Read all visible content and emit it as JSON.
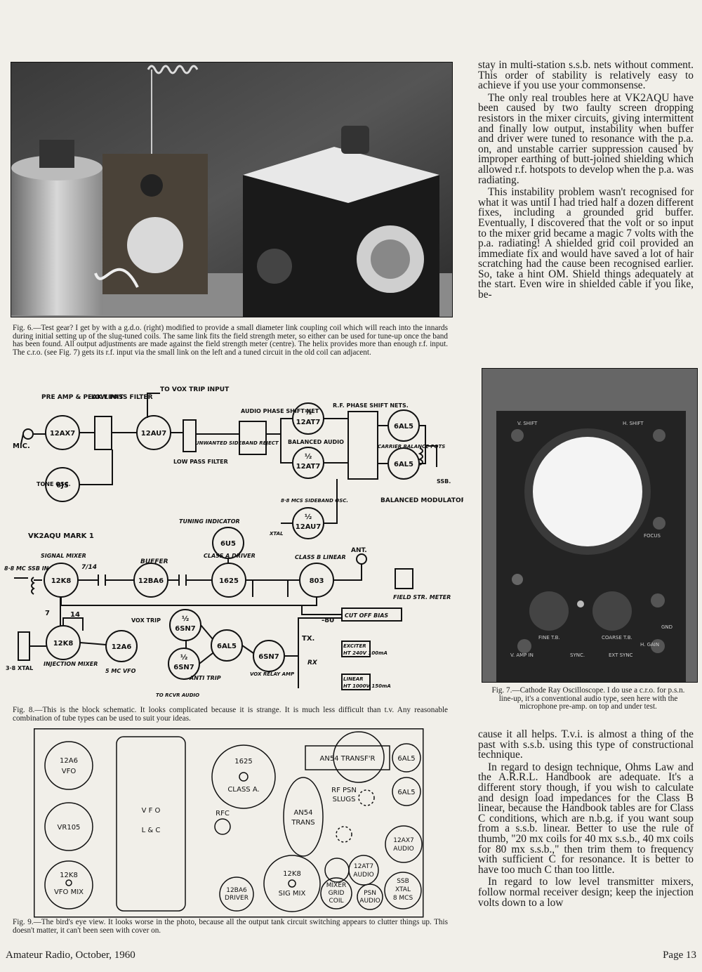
{
  "page": {
    "footer_left": "Amateur Radio, October, 1960",
    "footer_right": "Page 13"
  },
  "fig6": {
    "caption": "Fig. 6.—Test gear? I get by with a g.d.o. (right) modified to provide a small diameter link coupling coil which will reach into the innards during initial setting up of the slug-tuned coils. The same link fits the field strength meter, so either can be used for tune-up once the band has been found. All output adjustments are made against the field strength meter (centre). The helix provides more than enough r.f. input. The c.r.o. (see Fig. 7) gets its r.f. input via the small link on the left and a tuned circuit in the old coil can adjacent."
  },
  "fig7": {
    "caption": "Fig. 7.—Cathode Ray Oscilloscope. I do use a c.r.o. for p.s.n. line-up, it's a conventional audio type, seen here with the microphone pre-amp. on top and under test.",
    "panel_labels": [
      "V. SHIFT",
      "H. SHIFT",
      "FOCUS",
      "FINE T.B.",
      "COARSE T.B.",
      "SYNC.",
      "EXT SYNC",
      "H. GAIN",
      "V. AMP IN",
      "GND"
    ]
  },
  "fig8": {
    "caption": "Fig. 8.—This is the block schematic. It looks complicated because it is strange. It is much less difficult than t.v. Any reasonable combination of tube types can be used to suit your ideas.",
    "labels": {
      "preamp": "PRE AMP & PEAK LIMIT",
      "lowpass": "LOW PASS FILTER",
      "tovox": "TO VOX TRIP INPUT",
      "audio_phase": "AUDIO PHASE SHIFT NET",
      "rf_phase": "R.F. PHASE SHIFT NETS.",
      "mic": "MIC.",
      "tone": "TONE OSC.",
      "unwanted": "UNWANTED SIDEBAND REJECT",
      "lowpass2": "LOW PASS FILTER",
      "balaudio": "BALANCED AUDIO",
      "carrier": "CARRIER BALANCE POTS",
      "balmod": "BALANCED MODULATORS",
      "ssb_out": "SSB.",
      "sideband_osc": "8·8 MCS SIDEBAND OSC.",
      "xtal": "XTAL",
      "tuning": "TUNING INDICATOR",
      "vk2aqu": "VK2AQU MARK 1",
      "signal_mixer": "SIGNAL MIXER",
      "ssb_in": "8·8 MC SSB IN",
      "buffer": "BUFFER",
      "classa": "CLASS A DRIVER",
      "classb": "CLASS B LINEAR",
      "ant": "ANT.",
      "fsm": "FIELD STR. METER",
      "cutoff": "CUT OFF BIAS",
      "voxtrip": "VOX TRIP",
      "exciter": "EXCITER",
      "exciter_ht": "HT 240V 100mA",
      "linear": "LINEAR",
      "linear_ht": "HT 1000V 150mA",
      "tx": "TX.",
      "rx": "RX",
      "vox_relay": "VOX RELAY AMP",
      "antitrip": "ANTI TRIP",
      "torcvr": "TO RCVR AUDIO",
      "inj_mixer": "INJECTION MIXER",
      "vfo5": "5 MC VFO",
      "xtal38": "3·8 XTAL",
      "minus80": "-80",
      "ratio": "7/14",
      "n7": "7",
      "n14": "14"
    },
    "tubes": [
      "12AX7",
      "12AU7",
      "12AT7",
      "12AT7",
      "6AL5",
      "6AL5",
      "6J5",
      "12AU7",
      "6U5",
      "12K8",
      "12BA6",
      "1625",
      "803",
      "12K8",
      "12A6",
      "6SN7",
      "6SN7",
      "6AL5",
      "6SN7"
    ],
    "half": "½"
  },
  "fig9": {
    "caption": "Fig. 9.—The bird's eye view. It looks worse in the photo, because all the output tank circuit switching appears to clutter things up. This doesn't matter, it can't been seen with cover on.",
    "labels": {
      "vfo1_a": "12A6",
      "vfo1_b": "VFO",
      "vr105": "VR105",
      "mix_a": "12K8",
      "mix_b": "VFO MIX",
      "vfolc_a": "V F O",
      "vfolc_b": "L & C",
      "c1625_a": "1625",
      "c1625_b": "CLASS A.",
      "rfc": "RFC",
      "driver_a": "12BA6",
      "driver_b": "DRIVER",
      "sigmix_a": "12K8",
      "sigmix_b": "SIG MIX",
      "an54_tr": "AN54 TRANSF'R",
      "an54_a": "AN54",
      "an54_b": "TRANS",
      "rfpsn_a": "RF PSN",
      "rfpsn_b": "SLUGS",
      "a6al5_1": "6AL5",
      "a6al5_2": "6AL5",
      "ax7_a": "12AX7",
      "ax7_b": "AUDIO",
      "at7_a": "12AT7",
      "at7_b": "AUDIO",
      "mixer_a": "MIXER",
      "mixer_b": "GRID",
      "mixer_c": "COIL",
      "psn_a": "PSN",
      "psn_b": "AUDIO",
      "ssb_a": "SSB",
      "ssb_b": "XTAL",
      "ssb_c": "8 MCS"
    }
  },
  "column_top": [
    "stay in multi-station s.s.b. nets without comment. This order of stability is relatively easy to achieve if you use your commonsense.",
    "The only real troubles here at VK2AQU have been caused by two faulty screen dropping resistors in the mixer circuits, giving intermittent and finally low output, instability when buffer and driver were tuned to resonance with the p.a. on, and unstable carrier suppression caused by improper earthing of butt-joined shielding which allowed r.f. hotspots to develop when the p.a. was radiating.",
    "This instability problem wasn't recognised for what it was until I had tried half a dozen different fixes, including a grounded grid buffer. Eventually, I discovered that the volt or so input to the mixer grid became a magic 7 volts with the p.a. radiating! A shielded grid coil provided an immediate fix and would have saved a lot of hair scratching had the cause been recognised earlier. So, take a hint OM. Shield things adequately at the start. Even wire in shielded cable if you like, be-"
  ],
  "column_bottom": [
    "cause it all helps. T.v.i. is almost a thing of the past with s.s.b. using this type of constructional technique.",
    "In regard to design technique, Ohms Law and the A.R.R.L. Handbook are adequate. It's a different story though, if you wish to calculate and design load impedances for the Class B linear, because the Handbook tables are for Class C conditions, which are n.b.g. if you want soup from a s.s.b. linear. Better to use the rule of thumb, \"20 mx coils for 40 mx s.s.b., 40 mx coils for 80 mx s.s.b.,\" then trim them to frequency with sufficient C for resonance. It is better to have too much C than too little.",
    "In regard to low level transmitter mixers, follow normal receiver design; keep the injection volts down to a low"
  ]
}
